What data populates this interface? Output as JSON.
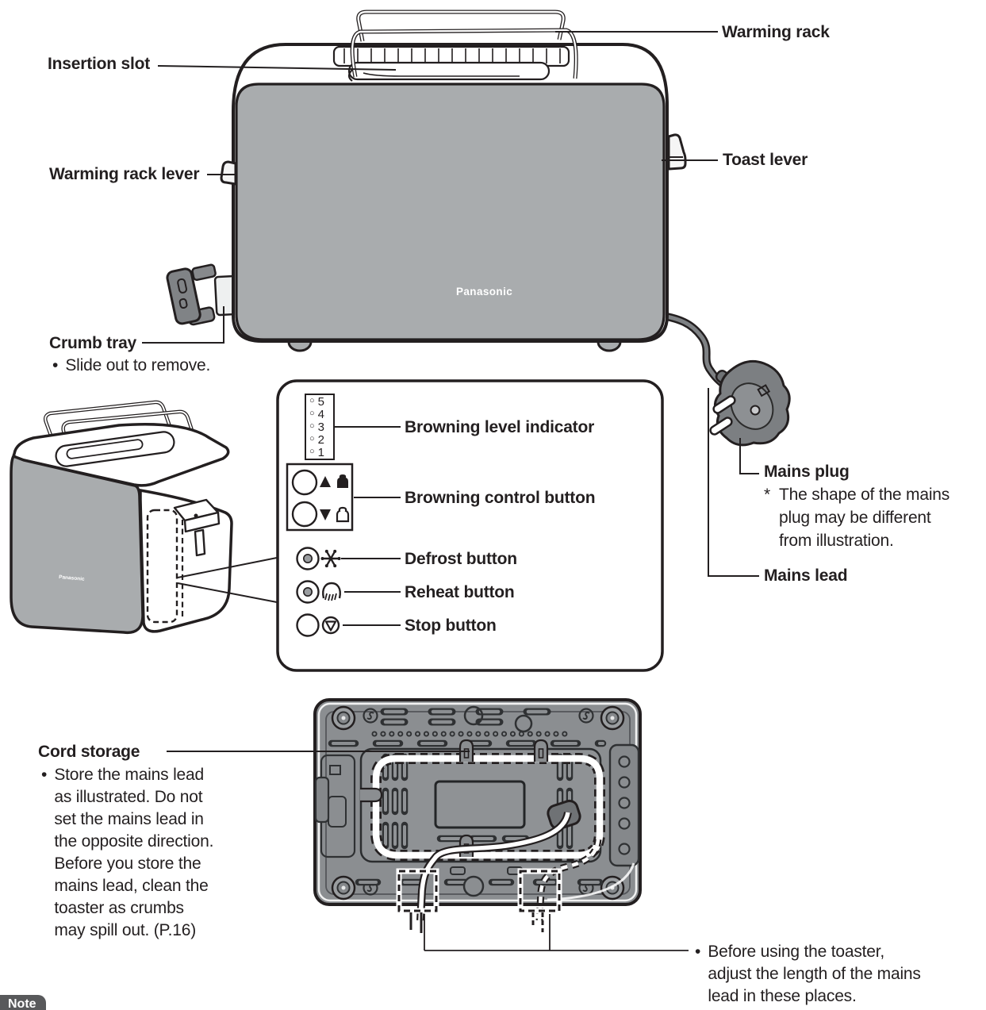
{
  "brand": "Panasonic",
  "bullet": "•",
  "star": "*",
  "labels": {
    "warming_rack": "Warming rack",
    "insertion_slot": "Insertion slot",
    "warming_rack_lever": "Warming rack lever",
    "toast_lever": "Toast lever",
    "crumb_tray_title": "Crumb tray",
    "crumb_tray_note": "Slide out to remove.",
    "mains_plug_title": "Mains plug",
    "mains_plug_note_lines": [
      "The shape of the mains",
      "plug may be different",
      "from illustration."
    ],
    "mains_lead": "Mains lead",
    "cord_storage_title": "Cord storage",
    "cord_storage_note_lines": [
      "Store the mains lead",
      "as illustrated. Do not",
      "set the mains lead in",
      "the opposite direction.",
      "Before you store the",
      "mains lead, clean the",
      "toaster as crumbs",
      "may spill out. (P.16)"
    ],
    "adjust_note_lines": [
      "Before using the toaster,",
      "adjust the length of the mains",
      "lead in these places."
    ]
  },
  "control_panel": {
    "lamp_glyph": "○",
    "browning_levels": [
      "5",
      "4",
      "3",
      "2",
      "1"
    ],
    "browning_level_label": "Browning level indicator",
    "browning_control_label": "Browning control button",
    "defrost_label": "Defrost button",
    "reheat_label": "Reheat button",
    "stop_label": "Stop button"
  },
  "icons": {
    "defrost": "snowflake",
    "reheat": "steam-over-bread",
    "stop": "triangle-in-circle",
    "browning_up": "up-triangle-with-dark-toast",
    "browning_down": "down-triangle-with-light-toast",
    "browning_lamp": "hollow-circle-lamp"
  },
  "badge": {
    "text": "Note"
  },
  "colors": {
    "outline": "#231f20",
    "toaster_gray": "#a9acae",
    "underside_gray": "#8b8e91",
    "cord_gray": "#7e8184",
    "badge_gray": "#58595b"
  }
}
